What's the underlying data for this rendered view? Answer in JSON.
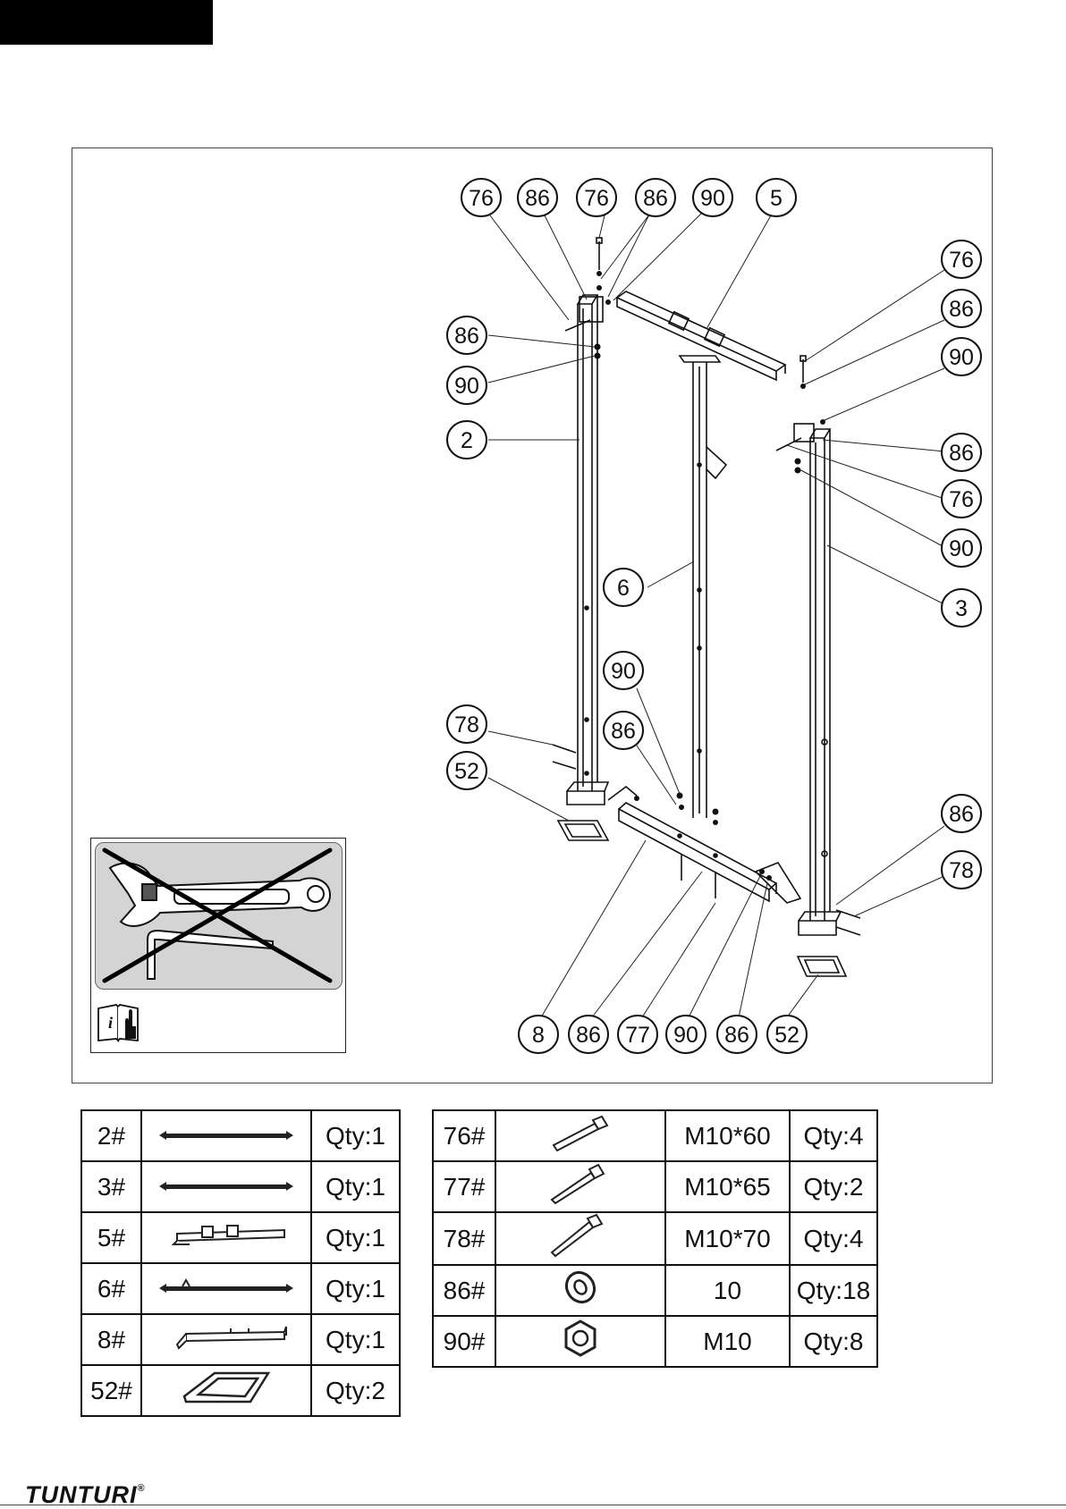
{
  "diagram": {
    "callouts": [
      {
        "label": "76"
      },
      {
        "label": "86"
      },
      {
        "label": "76"
      },
      {
        "label": "86"
      },
      {
        "label": "90"
      },
      {
        "label": "5"
      },
      {
        "label": "86"
      },
      {
        "label": "90"
      },
      {
        "label": "2"
      },
      {
        "label": "76"
      },
      {
        "label": "86"
      },
      {
        "label": "90"
      },
      {
        "label": "86"
      },
      {
        "label": "76"
      },
      {
        "label": "90"
      },
      {
        "label": "3"
      },
      {
        "label": "6"
      },
      {
        "label": "90"
      },
      {
        "label": "86"
      },
      {
        "label": "78"
      },
      {
        "label": "52"
      },
      {
        "label": "86"
      },
      {
        "label": "78"
      },
      {
        "label": "8"
      },
      {
        "label": "86"
      },
      {
        "label": "77"
      },
      {
        "label": "90"
      },
      {
        "label": "86"
      },
      {
        "label": "52"
      }
    ]
  },
  "tools_panel": {
    "wrench_icon": "adjustable-wrench-icon",
    "hex_key_icon": "hex-key-icon",
    "crossed_out": true,
    "info_icon": "manual-info-icon"
  },
  "parts_frames": [
    {
      "num": "2#",
      "qty": "Qty:1",
      "icon": "long-tube-icon"
    },
    {
      "num": "3#",
      "qty": "Qty:1",
      "icon": "long-tube-icon"
    },
    {
      "num": "5#",
      "qty": "Qty:1",
      "icon": "top-bar-icon"
    },
    {
      "num": "6#",
      "qty": "Qty:1",
      "icon": "long-tube-icon"
    },
    {
      "num": "8#",
      "qty": "Qty:1",
      "icon": "base-bar-icon"
    },
    {
      "num": "52#",
      "qty": "Qty:2",
      "icon": "foot-pad-icon"
    }
  ],
  "parts_hardware": [
    {
      "num": "76#",
      "spec": "M10*60",
      "qty": "Qty:4",
      "icon": "bolt-icon"
    },
    {
      "num": "77#",
      "spec": "M10*65",
      "qty": "Qty:2",
      "icon": "bolt-icon"
    },
    {
      "num": "78#",
      "spec": "M10*70",
      "qty": "Qty:4",
      "icon": "bolt-icon"
    },
    {
      "num": "86#",
      "spec": "10",
      "qty": "Qty:18",
      "icon": "washer-icon"
    },
    {
      "num": "90#",
      "spec": "M10",
      "qty": "Qty:8",
      "icon": "nut-icon"
    }
  ],
  "brand": {
    "name": "TUNTURI",
    "mark": "®"
  },
  "colors": {
    "ink": "#111111",
    "panel_grey": "#d4d4d4"
  }
}
